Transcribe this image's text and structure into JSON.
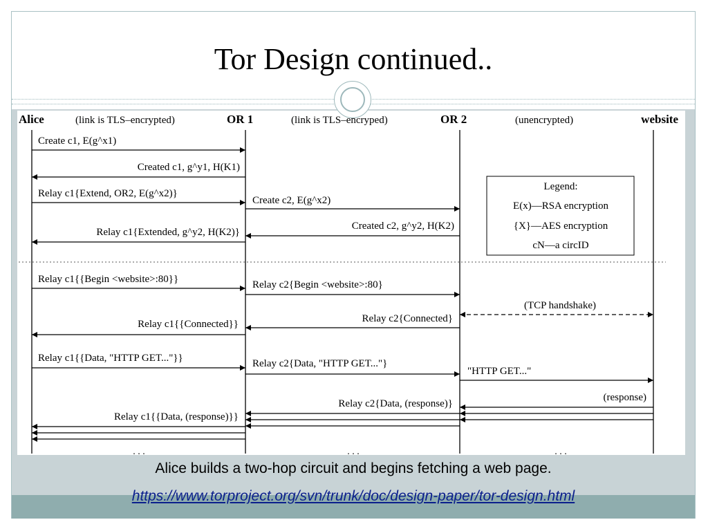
{
  "slide": {
    "title": "Tor Design continued..",
    "caption": "Alice builds a two-hop circuit and begins fetching a web page.",
    "link": "https://www.torproject.org/svn/trunk/doc/design-paper/tor-design.html"
  },
  "diagram": {
    "participants": [
      "Alice",
      "OR 1",
      "OR 2",
      "website"
    ],
    "links": [
      "(link is TLS–encrypted)",
      "(link is TLS–encryped)",
      "(unencrypted)"
    ],
    "legend": {
      "title": "Legend:",
      "lines": [
        "E(x)––RSA encryption",
        "{X}––AES encryption",
        "cN––a circID"
      ]
    },
    "messages": [
      "Create c1, E(g^x1)",
      "Created c1, g^y1, H(K1)",
      "Relay c1{Extend, OR2, E(g^x2)}",
      "Create c2, E(g^x2)",
      "Created c2, g^y2, H(K2)",
      "Relay c1{Extended, g^y2, H(K2)}",
      "Relay c1{{Begin <website>:80}}",
      "Relay c2{Begin <website>:80}",
      "(TCP handshake)",
      "Relay c2{Connected}",
      "Relay c1{{Connected}}",
      "Relay c1{{Data, \"HTTP GET...\"}}",
      "Relay c2{Data, \"HTTP GET...\"}",
      "\"HTTP GET...\"",
      "(response)",
      "Relay c2{Data, (response)}",
      "Relay c1{{Data, (response)}}"
    ],
    "ellipsis": ". . ."
  }
}
